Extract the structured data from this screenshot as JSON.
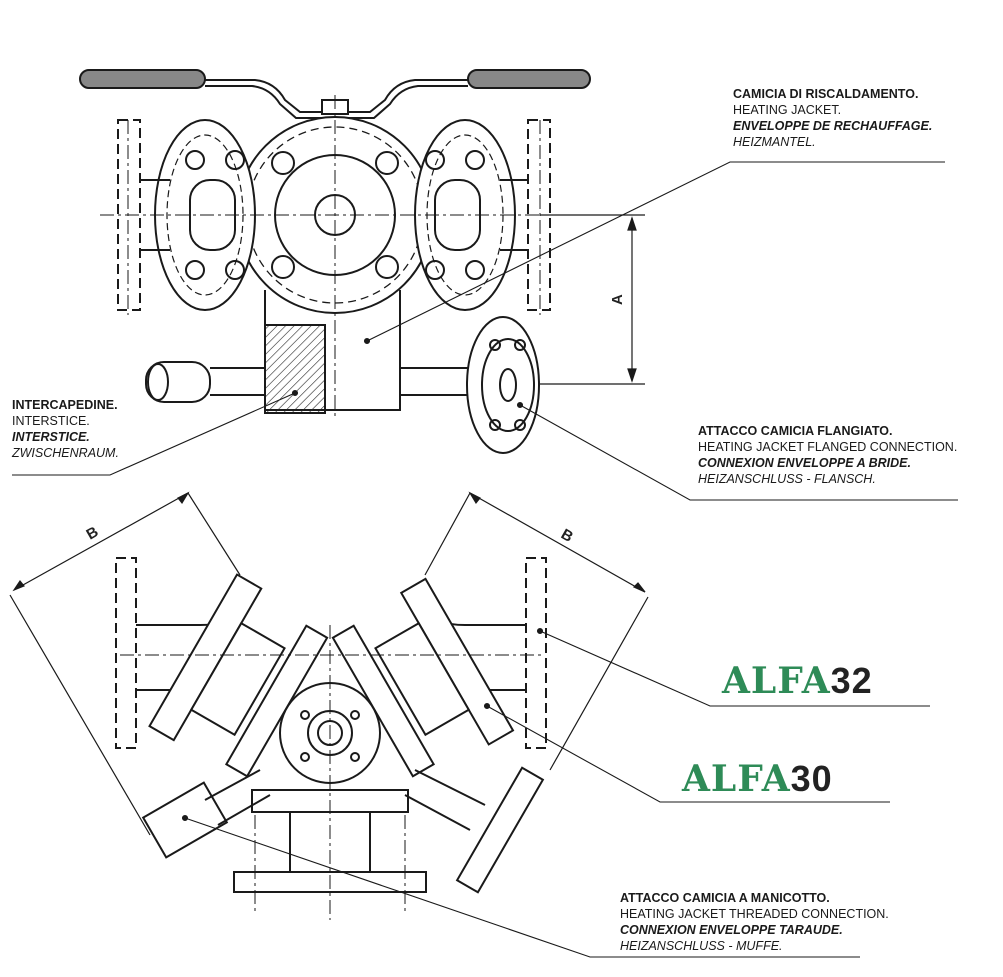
{
  "labels": {
    "heating_jacket": {
      "it": "CAMICIA DI RISCALDAMENTO.",
      "en": "HEATING JACKET.",
      "fr": "ENVELOPPE DE RECHAUFFAGE.",
      "de": "HEIZMANTEL."
    },
    "interstice": {
      "it": "INTERCAPEDINE.",
      "en": "INTERSTICE.",
      "fr": "INTERSTICE.",
      "de": "ZWISCHENRAUM."
    },
    "flanged_connection": {
      "it": "ATTACCO CAMICIA FLANGIATO.",
      "en": "HEATING JACKET FLANGED CONNECTION.",
      "fr": "CONNEXION ENVELOPPE A BRIDE.",
      "de": "HEIZANSCHLUSS - FLANSCH."
    },
    "threaded_connection": {
      "it": "ATTACCO CAMICIA A MANICOTTO.",
      "en": "HEATING JACKET THREADED CONNECTION.",
      "fr": "CONNEXION ENVELOPPE TARAUDE.",
      "de": "HEIZANSCHLUSS - MUFFE."
    }
  },
  "dimensions": {
    "a": "A",
    "b_left": "B",
    "b_right": "B"
  },
  "models": {
    "alfa32": {
      "word": "ALFA",
      "number": "32"
    },
    "alfa30": {
      "word": "ALFA",
      "number": "30"
    }
  },
  "colors": {
    "brand_green": "#2e8b57",
    "ink": "#1a1a1a"
  }
}
